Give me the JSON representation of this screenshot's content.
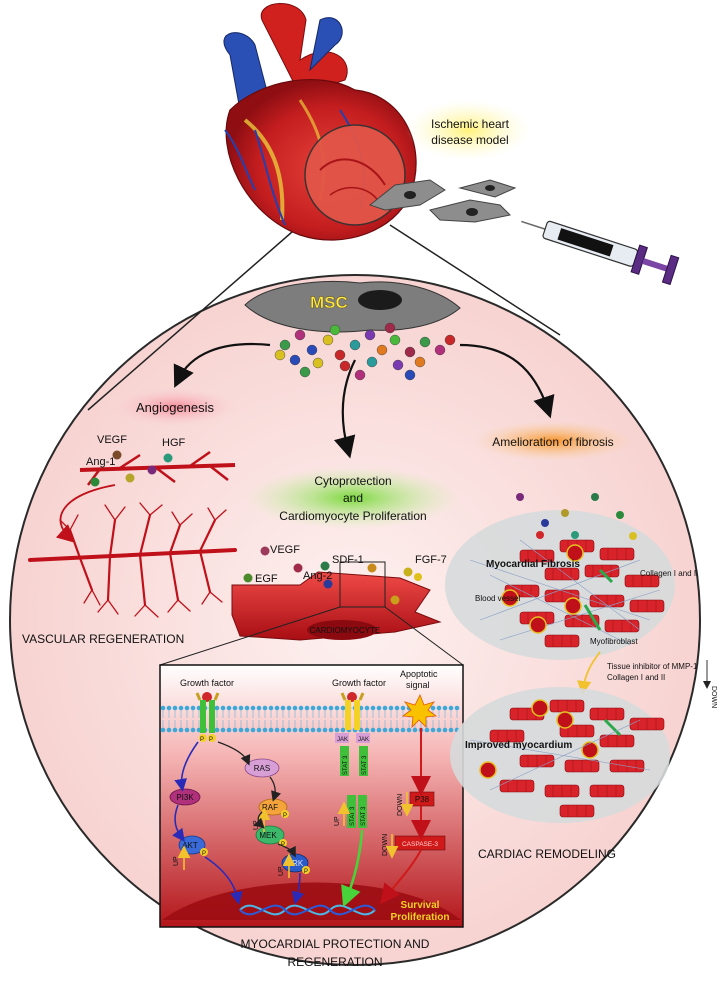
{
  "top": {
    "model_label_1": "Ischemic heart",
    "model_label_2": "disease model"
  },
  "msc_label": "MSC",
  "angiogenesis": {
    "title": "Angiogenesis",
    "factors": [
      "VEGF",
      "HGF",
      "Ang-1"
    ],
    "footer": "VASCULAR REGENERATION"
  },
  "cytoprotection": {
    "title_1": "Cytoprotection",
    "title_2": "and",
    "title_3": "Cardiomyocyte Proliferation",
    "factors": [
      "VEGF",
      "SDF-1",
      "FGF-7",
      "Ang-2",
      "EGF"
    ],
    "cell_label": "CARDIOMYOCYTE",
    "footer_1": "MYOCARDIAL PROTECTION AND",
    "footer_2": "REGENERATION"
  },
  "fibrosis": {
    "title": "Amelioration of fibrosis",
    "myocardial_fibrosis": "Myocardial Fibrosis",
    "collagen": "Collagen I and II",
    "blood_vessel": "Blood vessel",
    "myofibroblast": "Myofibroblast",
    "inhibitor_1": "Tissue inhibitor of MMP-1",
    "inhibitor_2": "Collagen I and II",
    "down": "DOWN",
    "improved": "Improved myocardium",
    "footer": "CARDIAC REMODELING"
  },
  "pathway": {
    "growth_factor_left": "Growth factor",
    "growth_factor_right": "Growth factor",
    "apoptotic_1": "Apoptotic",
    "apoptotic_2": "signal",
    "p": "P",
    "ras": "RAS",
    "raf": "RAF",
    "mek": "MEK",
    "erk": "ERK",
    "pi3k": "PI3K",
    "akt": "AKT",
    "jak": "JAK",
    "stat3": "STAT 3",
    "p38": "P38",
    "caspase": "CASPASE-3",
    "up": "UP",
    "down": "DOWN",
    "survival": "Survival",
    "proliferation": "Proliferation"
  },
  "colors": {
    "circle_fill": "#fbe3e1",
    "circle_stroke": "#2a2a2a",
    "cell_red": "#d8232a",
    "vessel_red": "#c0111a",
    "label_angio_bg": "#f7b9be",
    "label_cyto_bg": "#8ee04a",
    "label_fibro_bg": "#f7a64a",
    "label_model_bg": "#fff59a"
  }
}
